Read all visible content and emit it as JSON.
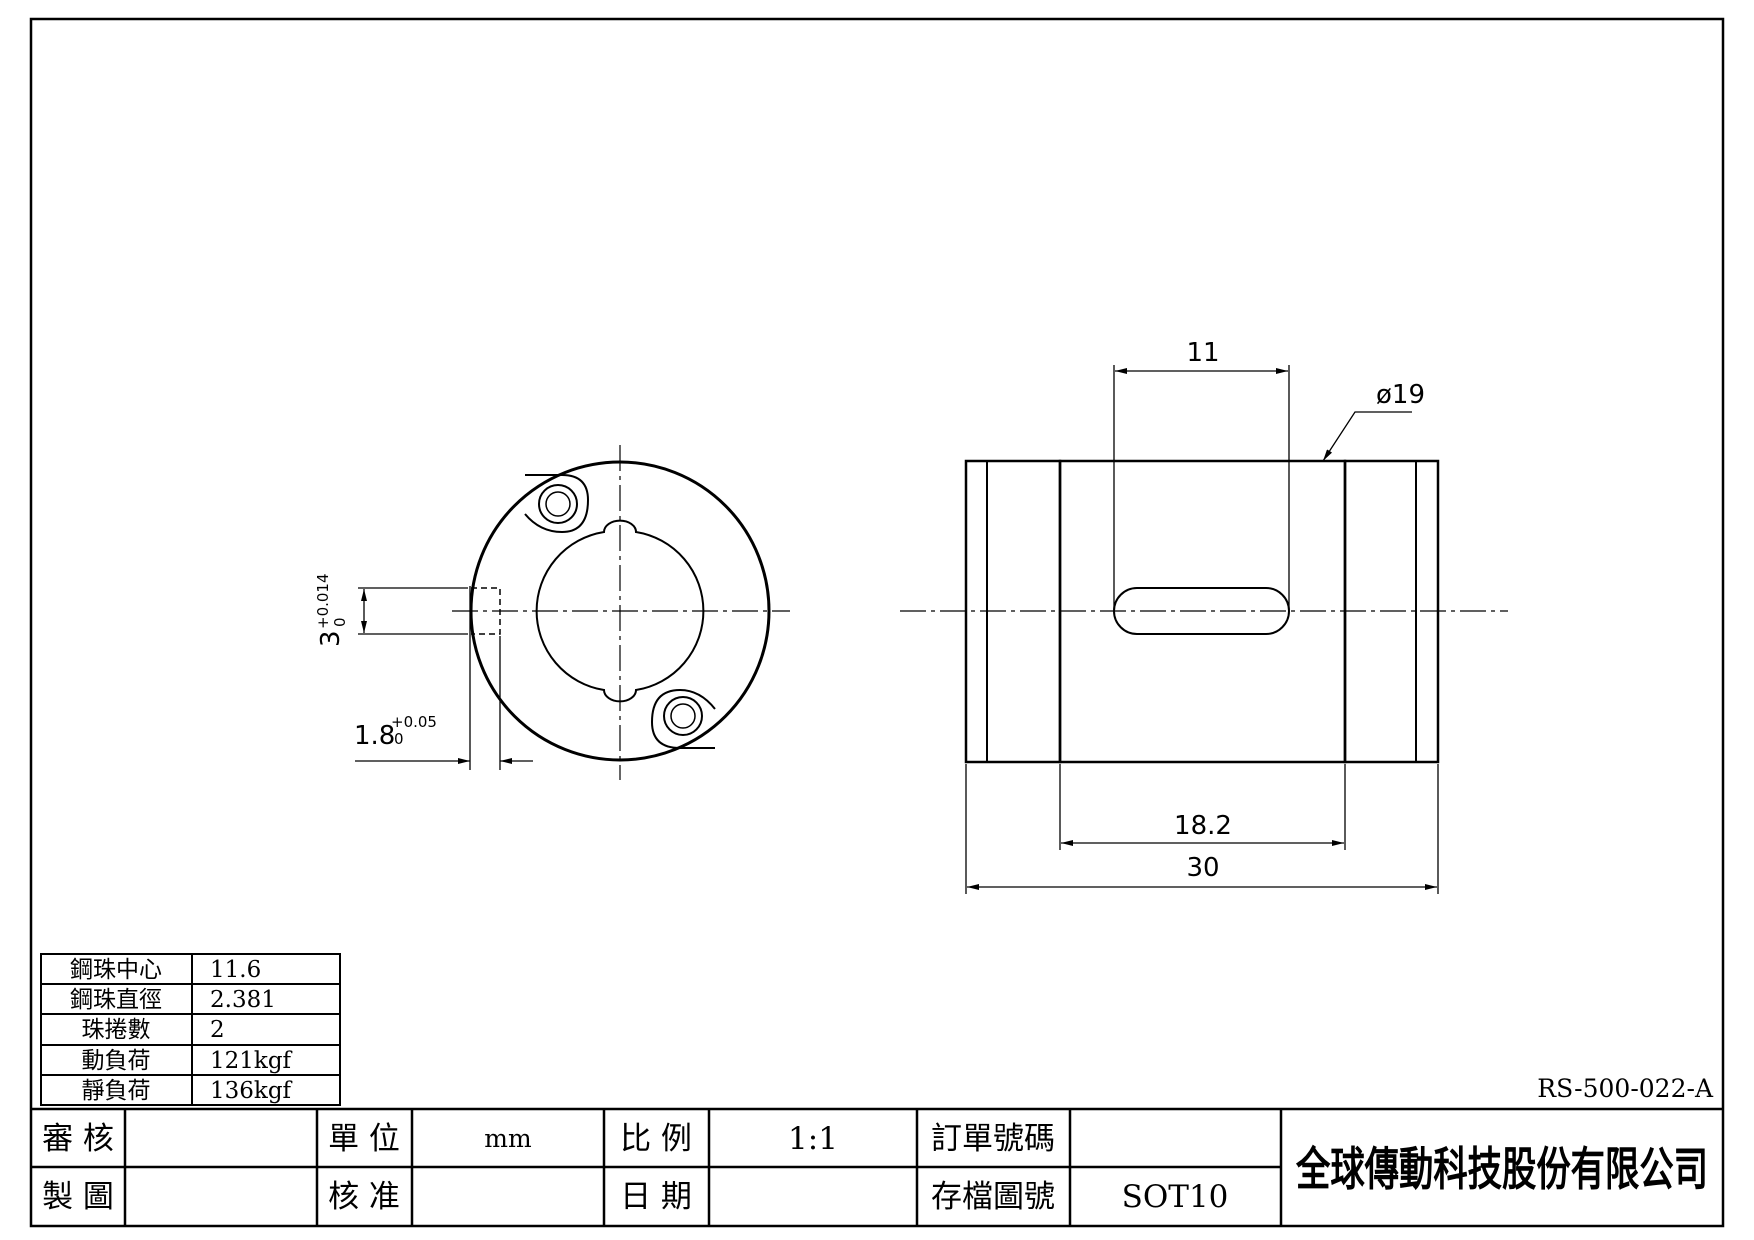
{
  "dimensions": {
    "keyway_width": "3",
    "keyway_width_tol_upper": "+0.014",
    "keyway_width_tol_lower": "0",
    "keyway_depth": "1.8",
    "keyway_depth_tol_upper": "+0.05",
    "keyway_depth_tol_lower": "0",
    "slot_length": "11",
    "outer_diameter": "ø19",
    "center_length": "18.2",
    "total_length": "30"
  },
  "specs": [
    {
      "label": "鋼珠中心",
      "value": "11.6"
    },
    {
      "label": "鋼珠直徑",
      "value": "2.381"
    },
    {
      "label": "珠捲數",
      "value": "2"
    },
    {
      "label": "動負荷",
      "value": "121kgf"
    },
    {
      "label": "靜負荷",
      "value": "136kgf"
    }
  ],
  "document_number": "RS-500-022-A",
  "title_block": {
    "review_label": "審 核",
    "review_value": "",
    "drawn_label": "製 圖",
    "drawn_value": "",
    "unit_label": "單 位",
    "unit_value": "mm",
    "approve_label": "核 准",
    "approve_value": "",
    "scale_label": "比 例",
    "scale_value": "1:1",
    "date_label": "日 期",
    "date_value": "",
    "order_label": "訂單號碼",
    "order_value": "",
    "archive_label": "存檔圖號",
    "archive_value": "SOT10",
    "company": "全球傳動科技股份有限公司"
  }
}
